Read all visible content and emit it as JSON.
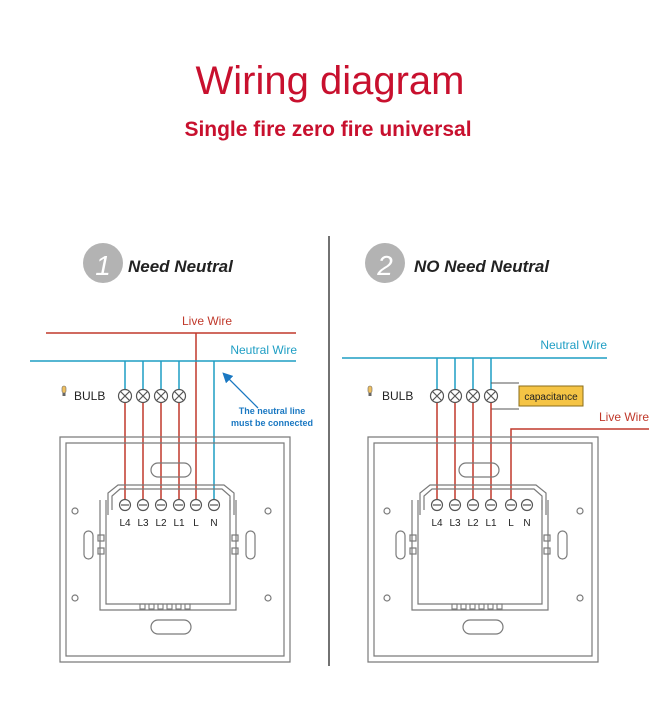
{
  "header": {
    "title": "Wiring diagram",
    "subtitle": "Single fire zero fire universal"
  },
  "colors": {
    "red": "#c8102e",
    "wire_red": "#c0392b",
    "neutral_blue": "#1e9ec4",
    "note_blue": "#1a78c2",
    "badge_gray": "#b3b3b3",
    "panel_gray": "#7a7a7a",
    "text_dark": "#222222",
    "capacitance_fill": "#f5c445"
  },
  "panels": [
    {
      "badge": "1",
      "heading": "Need Neutral",
      "live_label": "Live Wire",
      "neutral_label": "Neutral Wire",
      "bulb_label": "BULB",
      "note_line1": "The neutral line",
      "note_line2": "must be connected",
      "terminals": [
        "L4",
        "L3",
        "L2",
        "L1",
        "L",
        "N"
      ]
    },
    {
      "badge": "2",
      "heading": "NO Need Neutral",
      "live_label": "Live Wire",
      "neutral_label": "Neutral Wire",
      "bulb_label": "BULB",
      "capacitance_label": "capacitance",
      "terminals": [
        "L4",
        "L3",
        "L2",
        "L1",
        "L",
        "N"
      ]
    }
  ]
}
